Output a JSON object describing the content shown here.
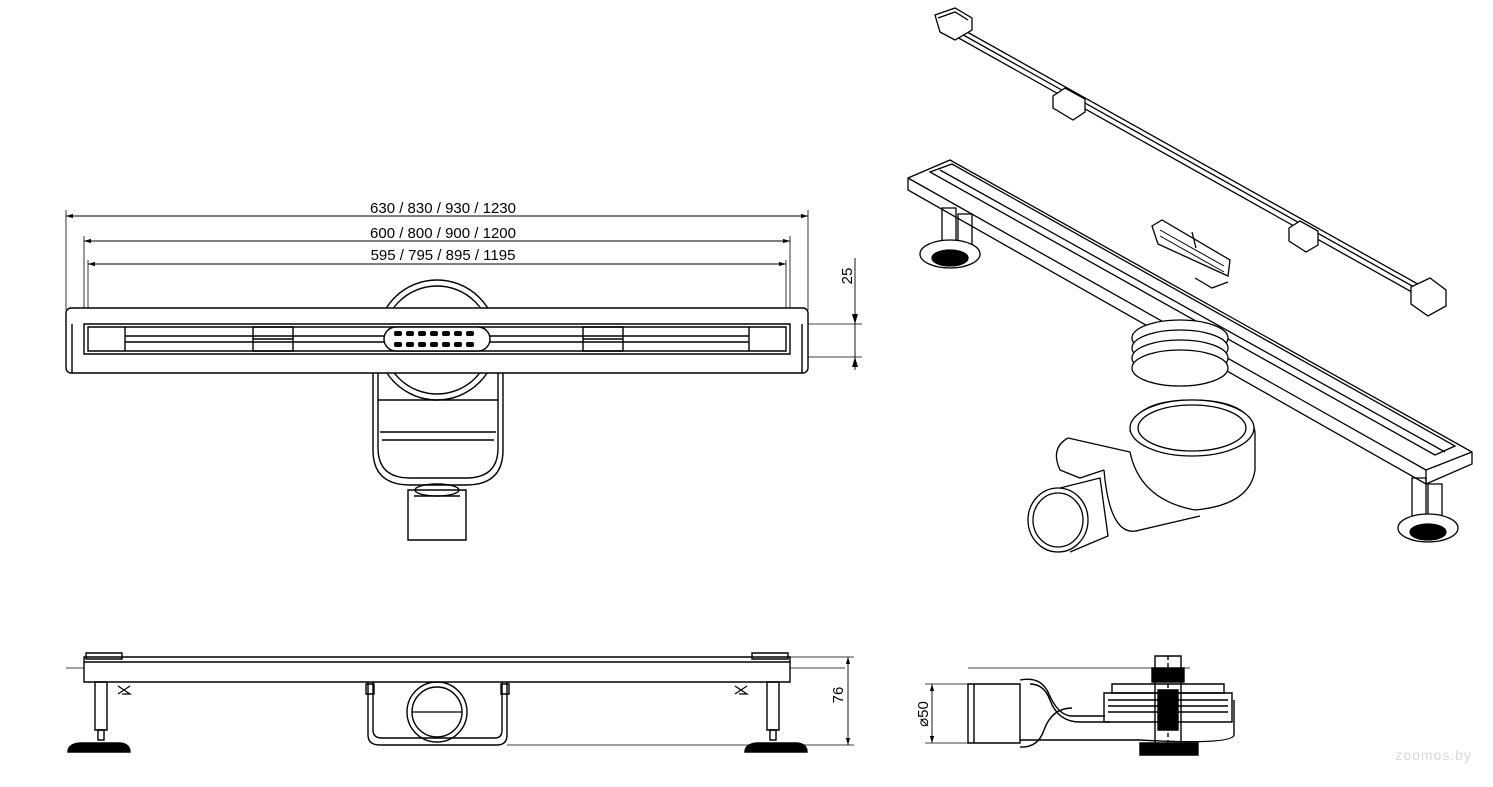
{
  "dimensions": {
    "overall_length": "630 / 830 / 930 / 1230",
    "channel_length": "600 / 800 / 900 / 1200",
    "grate_length": "595 / 795 / 895 / 1195",
    "channel_height": "25",
    "total_height": "76",
    "outlet_diameter": "50"
  },
  "watermark": "zoomos.by"
}
